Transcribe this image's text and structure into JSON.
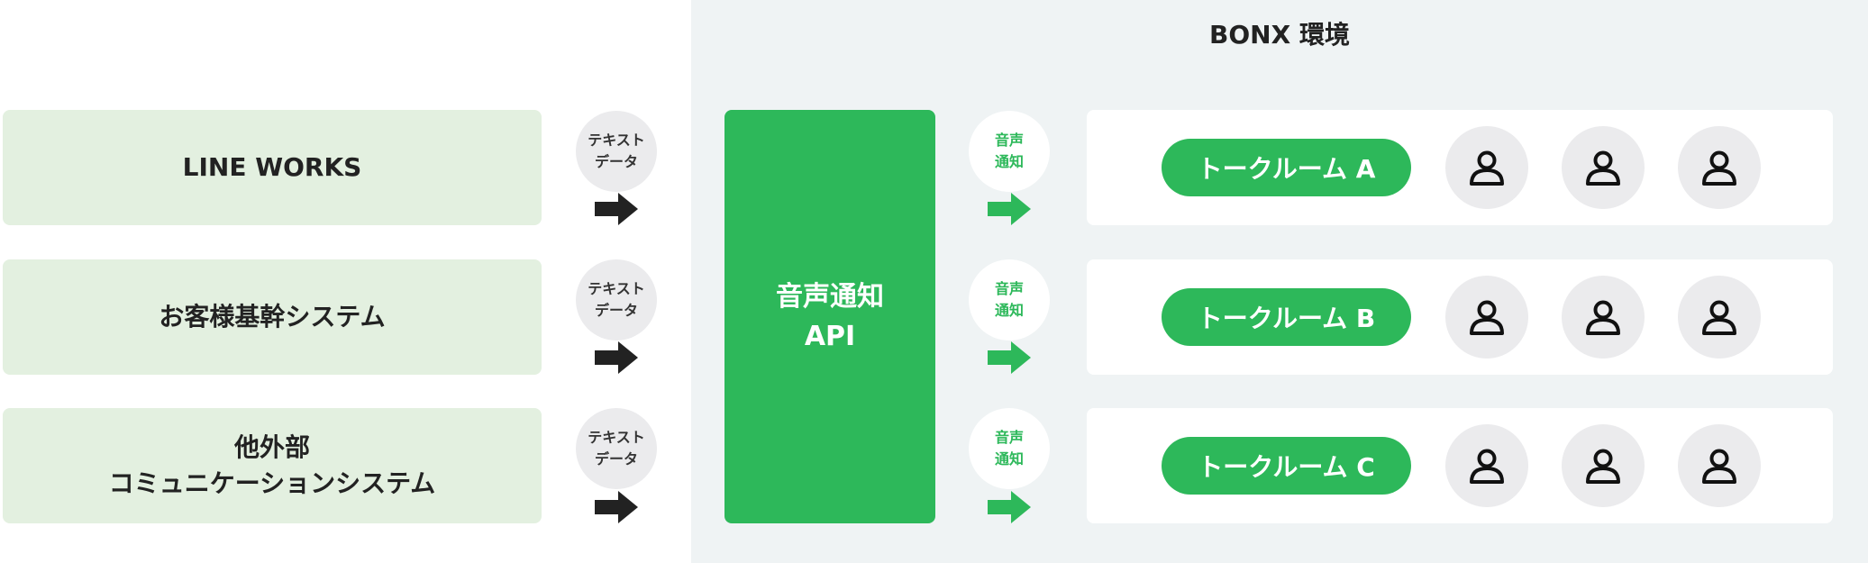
{
  "environment": {
    "title": "BONX 環境"
  },
  "sources": [
    {
      "label": "LINE WORKS"
    },
    {
      "label": "お客様基幹システム"
    },
    {
      "label": "他外部\nコミュニケーションシステム"
    }
  ],
  "text_tag": "テキスト\nデータ",
  "voice_tag": "音声\n通知",
  "api": {
    "label": "音声通知\nAPI"
  },
  "rooms": [
    {
      "label": "トークルーム A",
      "members": 3
    },
    {
      "label": "トークルーム B",
      "members": 3
    },
    {
      "label": "トークルーム C",
      "members": 3
    }
  ],
  "colors": {
    "accent_green": "#2db85a",
    "source_bg": "#e3f0e0",
    "env_bg": "#eff3f4",
    "circle_bg": "#ebebed",
    "arrow_dark": "#222222"
  },
  "icons": {
    "source_arrow": "arrow-right-icon",
    "api_arrow": "arrow-right-icon",
    "member": "user-icon"
  }
}
